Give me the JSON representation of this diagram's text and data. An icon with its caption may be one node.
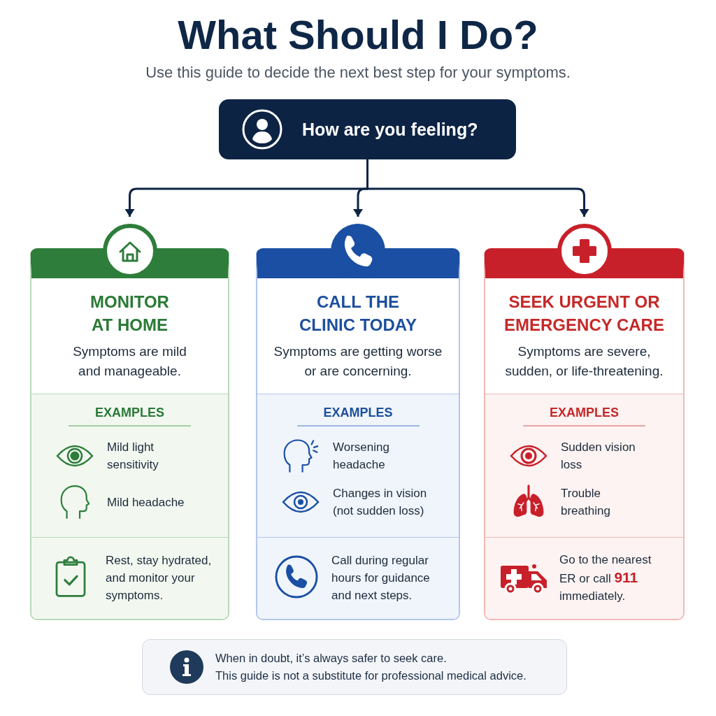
{
  "diagram": {
    "title": "What Should I Do?",
    "nodes": [
      {
        "text": [
          "How are you feeling?"
        ]
      },
      {
        "text": [
          "MONITOR AT HOME",
          "Symptoms are mild and manageable."
        ]
      },
      {
        "text": [
          "EXAMPLES",
          "Mild light sensitivity",
          "Mild headache"
        ],
        "in": 1
      },
      {
        "text": [
          "Rest, stay hydrated, and monitor your symptoms."
        ],
        "in": 1
      },
      {
        "text": [
          "CALL THE CLINIC TODAY",
          "Symptoms are getting worse or are concerning."
        ]
      },
      {
        "text": [
          "EXAMPLES",
          "Worsening headache",
          "Changes in vision (not sudden loss)"
        ],
        "in": 4
      },
      {
        "text": [
          "Call during regular hours for guidance and next steps."
        ],
        "in": 4
      },
      {
        "text": [
          "SEEK URGENT OR EMERGENCY CARE",
          "Symptoms are severe, sudden, or life-threatening."
        ]
      },
      {
        "text": [
          "EXAMPLES",
          "Sudden vision loss",
          "Trouble breathing"
        ],
        "in": 7
      },
      {
        "text": [
          "Go to the nearest ER or call **911** immediately."
        ],
        "in": 7
      },
      {
        "text": [
          "When in doubt, it’s always safer to seek care.",
          "This guide is not a substitute for professional medical advice."
        ]
      }
    ],
    "edges": [
      {
        "from": 0,
        "to": 1,
        "arrow": "to"
      },
      {
        "from": 0,
        "to": 4,
        "arrow": "to"
      },
      {
        "from": 0,
        "to": 7,
        "arrow": "to"
      }
    ],
    "labels": [
      "Use this guide to decide the next best step for your symptoms."
    ]
  }
}
